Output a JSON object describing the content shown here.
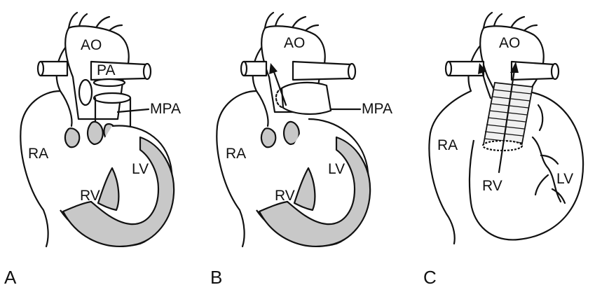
{
  "panels": [
    {
      "letter": "A",
      "labels": {
        "ao": "AO",
        "pa": "PA",
        "mpa": "MPA",
        "ra": "RA",
        "rv": "RV",
        "lv": "LV"
      }
    },
    {
      "letter": "B",
      "labels": {
        "ao": "AO",
        "mpa": "MPA",
        "ra": "RA",
        "rv": "RV",
        "lv": "LV"
      }
    },
    {
      "letter": "C",
      "labels": {
        "ao": "AO",
        "ra": "RA",
        "rv": "RV",
        "lv": "LV"
      }
    }
  ],
  "colors": {
    "line": "#111111",
    "wall_fill": "#c8c8c8",
    "background": "#ffffff"
  }
}
